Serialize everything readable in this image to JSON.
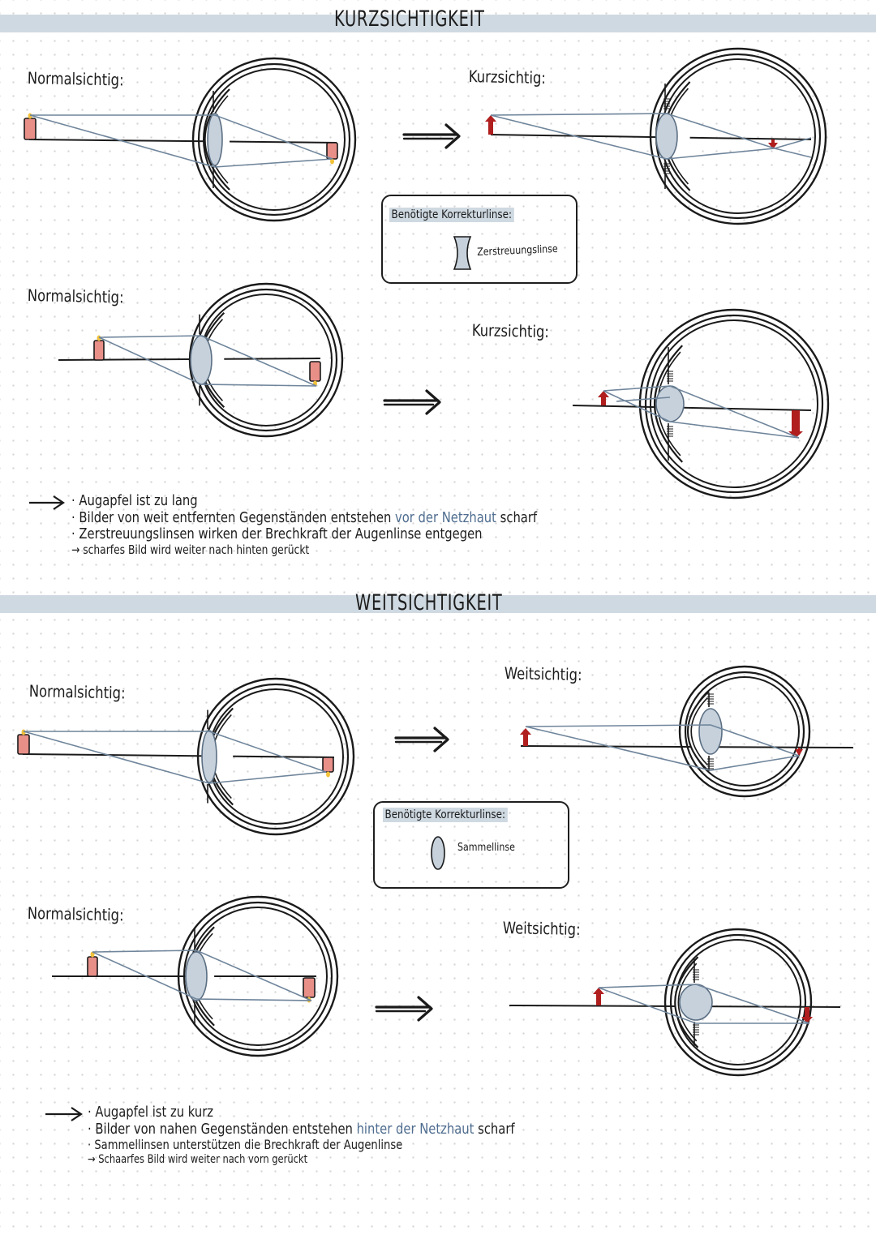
{
  "sections": {
    "myopia": {
      "title": "KURZSICHTIGKEIT",
      "labels": {
        "normal_top": "Normalsichtig:",
        "defect_top": "Kurzsichtig:",
        "normal_bottom": "Normalsichtig:",
        "defect_bottom": "Kurzsichtig:"
      },
      "correction_box": {
        "title": "Benötigte Korrekturlinse:",
        "lens_label": "Zerstreuungslinse"
      },
      "notes": {
        "line1": "· Augapfel ist zu lang",
        "line2_a": "· Bilder von weit entfernten Gegenständen entstehen ",
        "line2_blue": "vor der Netzhaut",
        "line2_b": " scharf",
        "line3": "· Zerstreuungslinsen wirken der Brechkraft der Augenlinse entgegen",
        "line4": "→ scharfes Bild wird weiter nach hinten gerückt"
      }
    },
    "hyperopia": {
      "title": "WEITSICHTIGKEIT",
      "labels": {
        "normal_top": "Normalsichtig:",
        "defect_top": "Weitsichtig:",
        "normal_bottom": "Normalsichtig:",
        "defect_bottom": "Weitsichtig:"
      },
      "correction_box": {
        "title": "Benötigte Korrekturlinse:",
        "lens_label": "Sammellinse"
      },
      "notes": {
        "line1": "· Augapfel ist zu kurz",
        "line2_a": "· Bilder von nahen Gegenständen entstehen ",
        "line2_blue": "hinter der Netzhaut",
        "line2_b": " scharf",
        "line3": "· Sammellinsen unterstützen die Brechkraft der Augenlinse",
        "line4": "→ Schaarfes Bild wird weiter nach vorn gerückt"
      }
    }
  },
  "colors": {
    "band": "#cfd9e1",
    "lens": "#c6d1dc",
    "ray": "#6f859b",
    "candle": "#e88f88",
    "arrow_red": "#b01e1e",
    "flame": "#f2c23a",
    "ink": "#1a1a1a",
    "highlight_text": "#4f6d8f"
  },
  "icons": {
    "candle": "candle-icon",
    "upright_arrow": "arrow-up-icon",
    "inverted_arrow": "arrow-down-icon",
    "transition_arrow": "right-arrow-icon",
    "diverging_lens": "concave-lens-icon",
    "converging_lens": "convex-lens-icon"
  }
}
